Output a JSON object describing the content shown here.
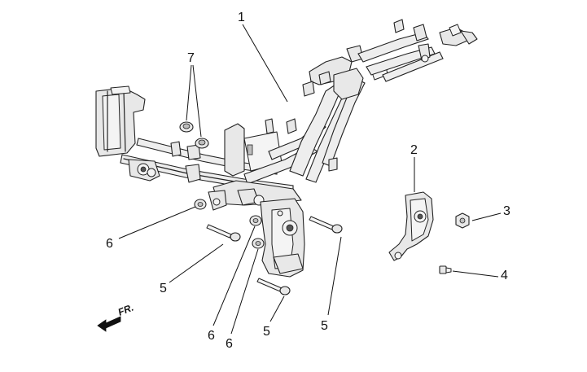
{
  "callouts": {
    "c1": "1",
    "c2": "2",
    "c3": "3",
    "c4": "4",
    "c5a": "5",
    "c5b": "5",
    "c5c": "5",
    "c6a": "6",
    "c6b": "6",
    "c6c": "6",
    "c7": "7"
  },
  "direction_label": "FR."
}
